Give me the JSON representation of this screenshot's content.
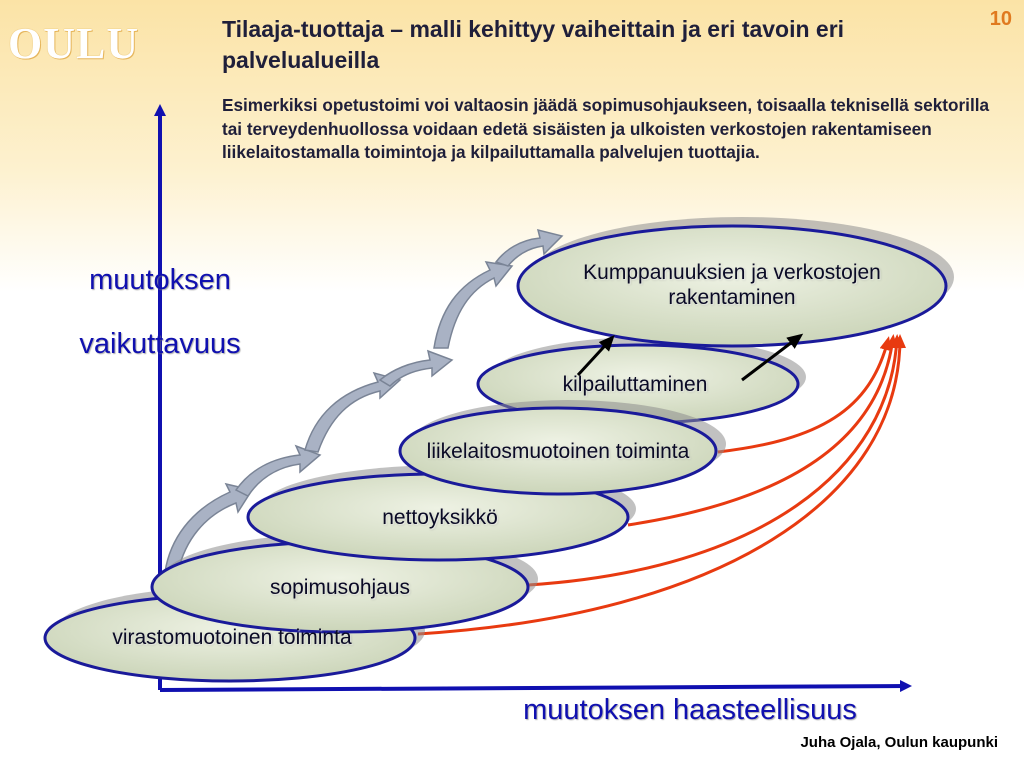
{
  "logo": "OULU",
  "slide_number": "10",
  "title": "Tilaaja-tuottaja – malli kehittyy vaiheittain ja eri tavoin eri palvelualueilla",
  "description": "Esimerkiksi opetustoimi voi valtaosin jäädä sopimusohjaukseen, toisaalla teknisellä sektorilla tai terveydenhuollossa voidaan edetä sisäisten ja ulkoisten verkostojen rakentamiseen liikelaitostamalla toimintoja ja kilpailuttamalla palvelujen tuottajia.",
  "y_axis_label_line1": "muutoksen",
  "y_axis_label_line2": "vaikuttavuus",
  "x_axis_label": "muutoksen haasteellisuus",
  "nodes": {
    "virasto": "virastomuotoinen toiminta",
    "sopimus": "sopimusohjaus",
    "netto": "nettoyksikkö",
    "liikelaitos": "liikelaitosmuotoinen toiminta",
    "kilpailu": "kilpailuttaminen",
    "kumppanuus": "Kumppanuuksien ja verkostojen rakentaminen"
  },
  "colors": {
    "ellipse_fill": "#d8dfc8",
    "ellipse_border": "#1a1a9a",
    "axis": "#1010b0",
    "curve": "#e83a10",
    "step_arrow": "#a9b2c4"
  },
  "credit": "Juha Ojala, Oulun kaupunki"
}
